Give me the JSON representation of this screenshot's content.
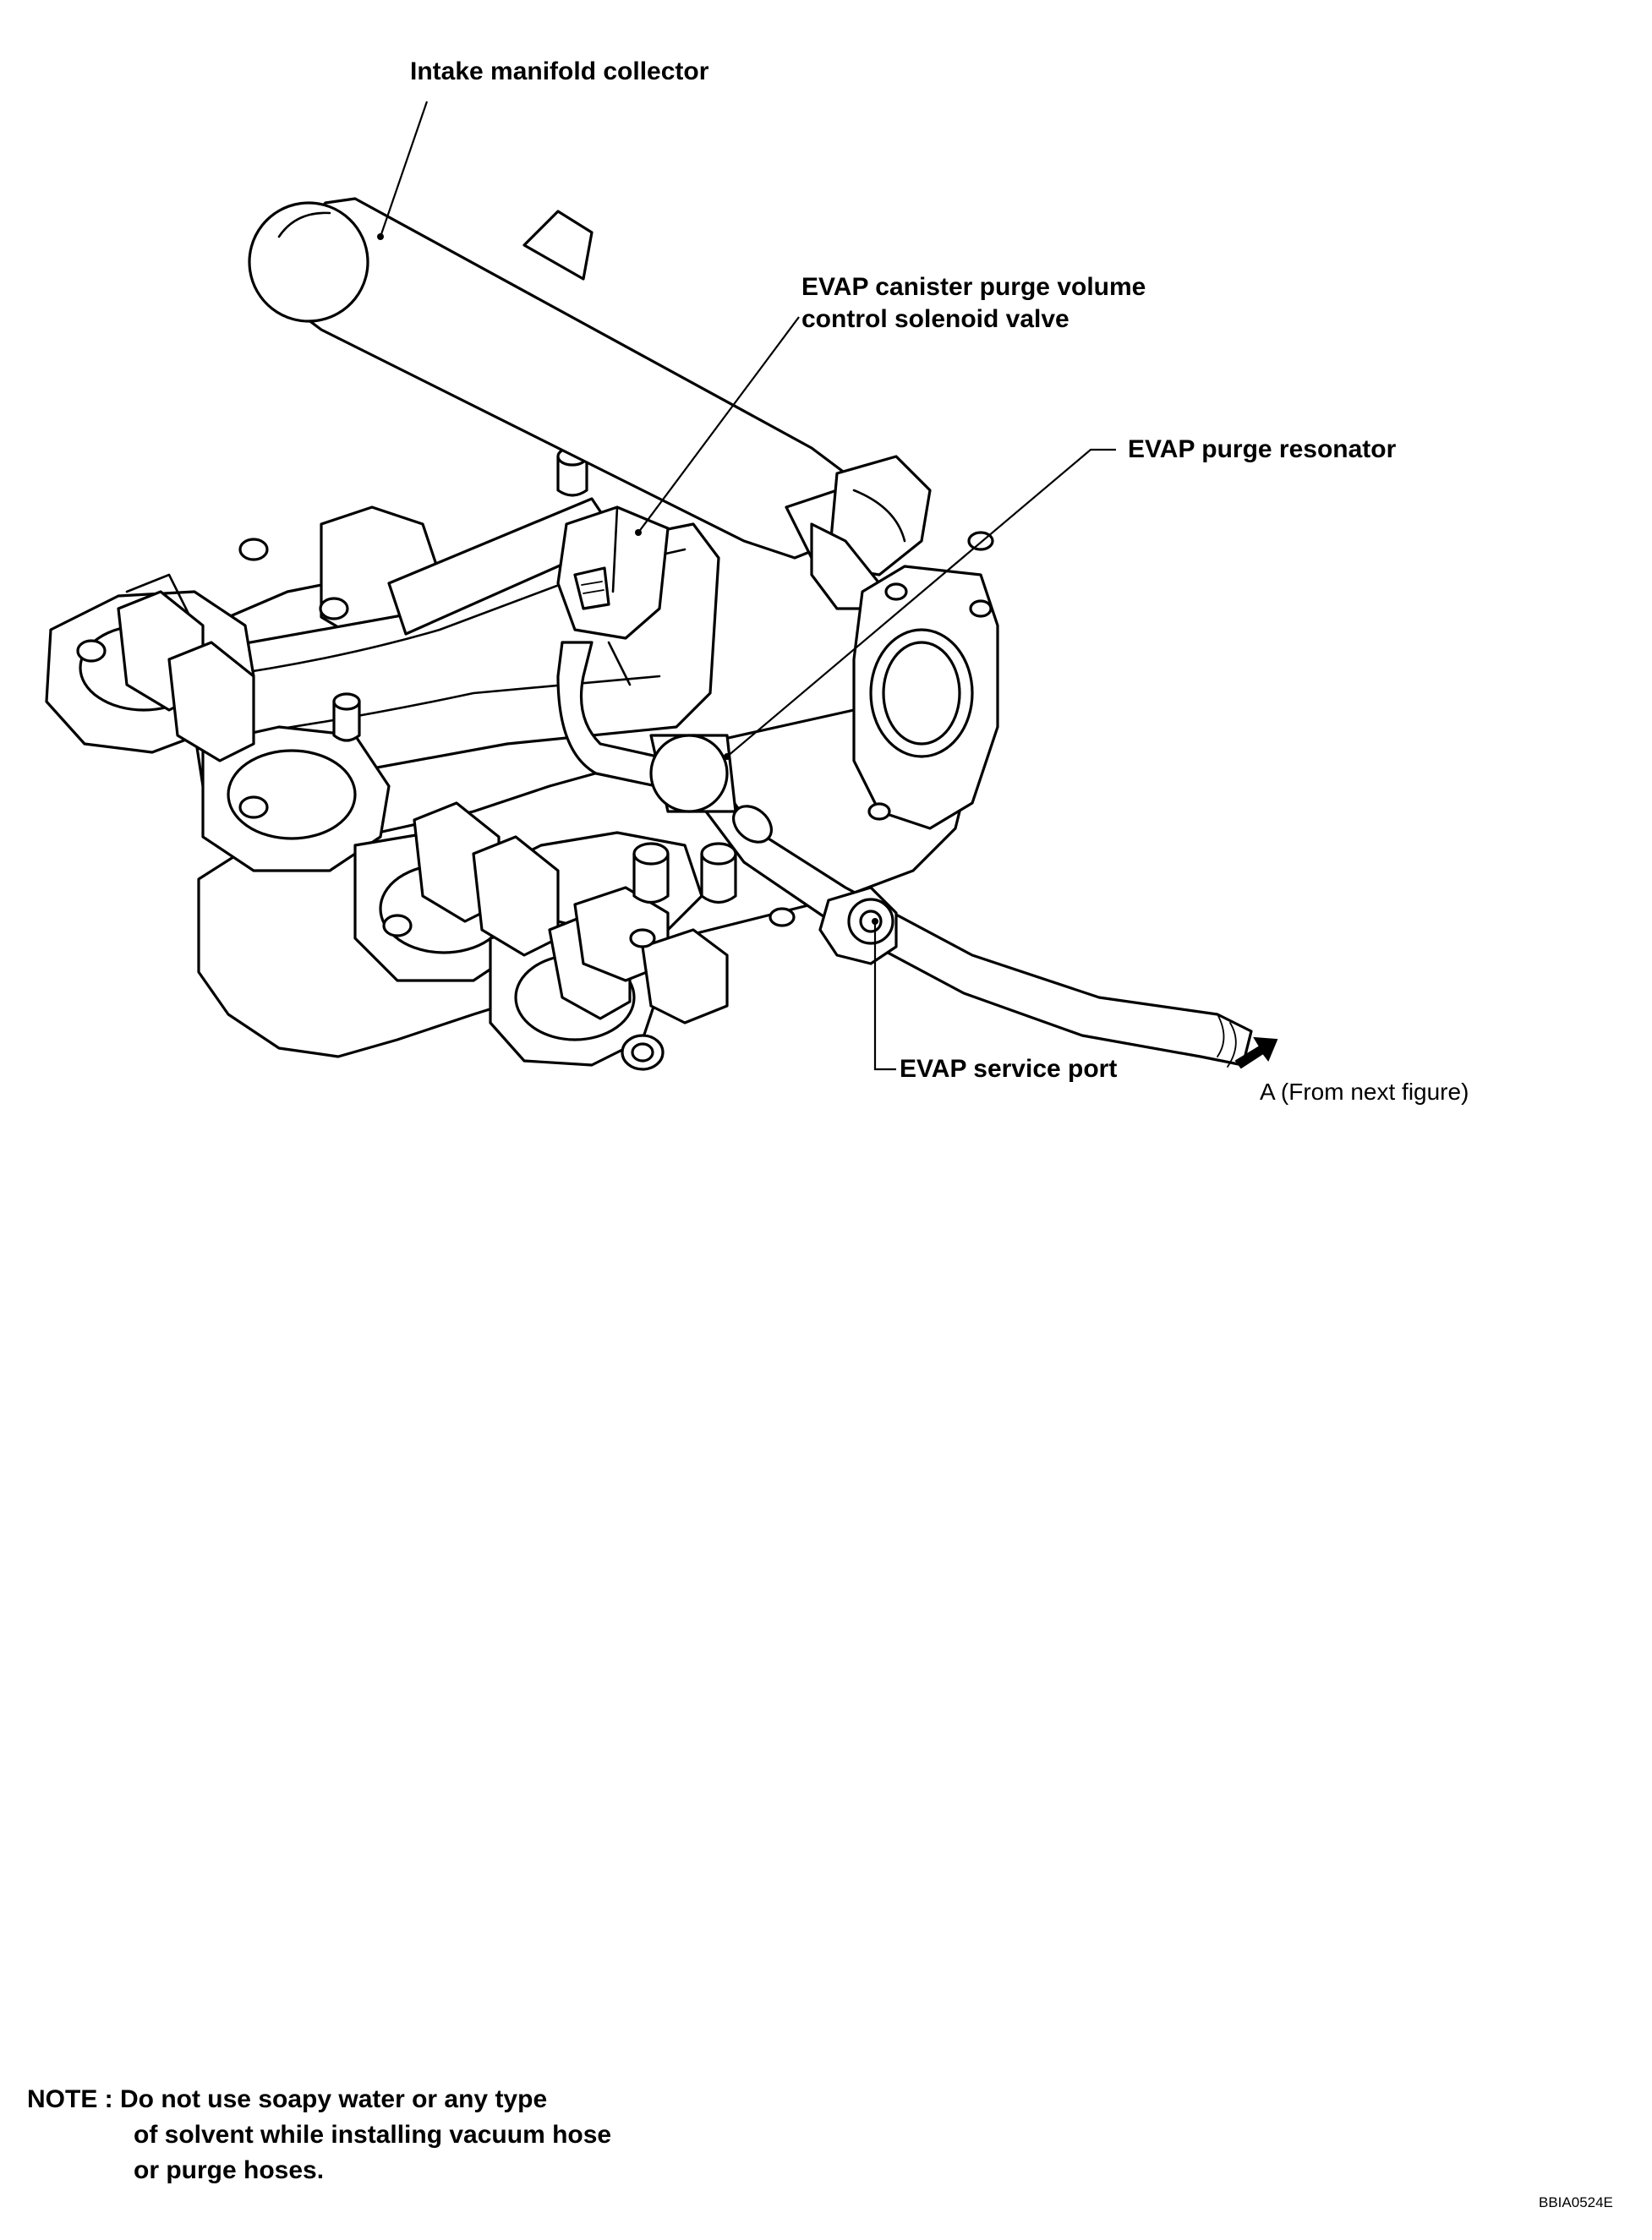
{
  "labels": {
    "intake_manifold_collector": "Intake manifold collector",
    "evap_solenoid_line1": "EVAP canister purge volume",
    "evap_solenoid_line2": "control solenoid valve",
    "evap_purge_resonator": "EVAP purge resonator",
    "evap_service_port": "EVAP service port",
    "from_next_figure": "A (From next figure)"
  },
  "note": {
    "prefix": "NOTE : ",
    "line1": "Do not use soapy water or any type",
    "line2": "of solvent while installing vacuum hose",
    "line3": "or purge hoses."
  },
  "figure_code": "BBIA0524E"
}
